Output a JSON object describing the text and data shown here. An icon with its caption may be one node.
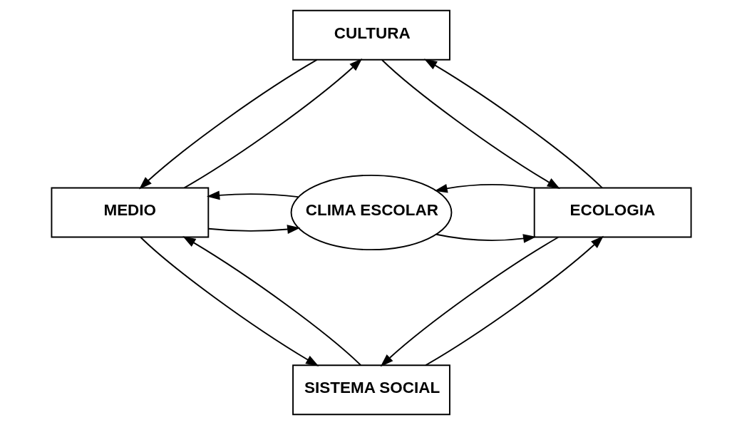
{
  "diagram": {
    "nodes": [
      {
        "text": [
          "CULTURA"
        ]
      },
      {
        "text": [
          "MEDIO"
        ]
      },
      {
        "text": [
          "CLIMA ESCOLAR"
        ]
      },
      {
        "text": [
          "ECOLOGIA"
        ]
      },
      {
        "text": [
          "SISTEMA SOCIAL"
        ]
      }
    ],
    "edges": [
      {
        "from": 0,
        "to": 1,
        "arrow": "to"
      },
      {
        "from": 1,
        "to": 0,
        "arrow": "to"
      },
      {
        "from": 3,
        "to": 0,
        "arrow": "to"
      },
      {
        "from": 0,
        "to": 3,
        "arrow": "to"
      },
      {
        "from": 1,
        "to": 2,
        "arrow": "to"
      },
      {
        "from": 2,
        "to": 1,
        "arrow": "to"
      },
      {
        "from": 2,
        "to": 3,
        "arrow": "to"
      },
      {
        "from": 3,
        "to": 2,
        "arrow": "to"
      },
      {
        "from": 1,
        "to": 4,
        "arrow": "to"
      },
      {
        "from": 4,
        "to": 1,
        "arrow": "to"
      },
      {
        "from": 4,
        "to": 3,
        "arrow": "to"
      },
      {
        "from": 3,
        "to": 4,
        "arrow": "to"
      }
    ]
  }
}
